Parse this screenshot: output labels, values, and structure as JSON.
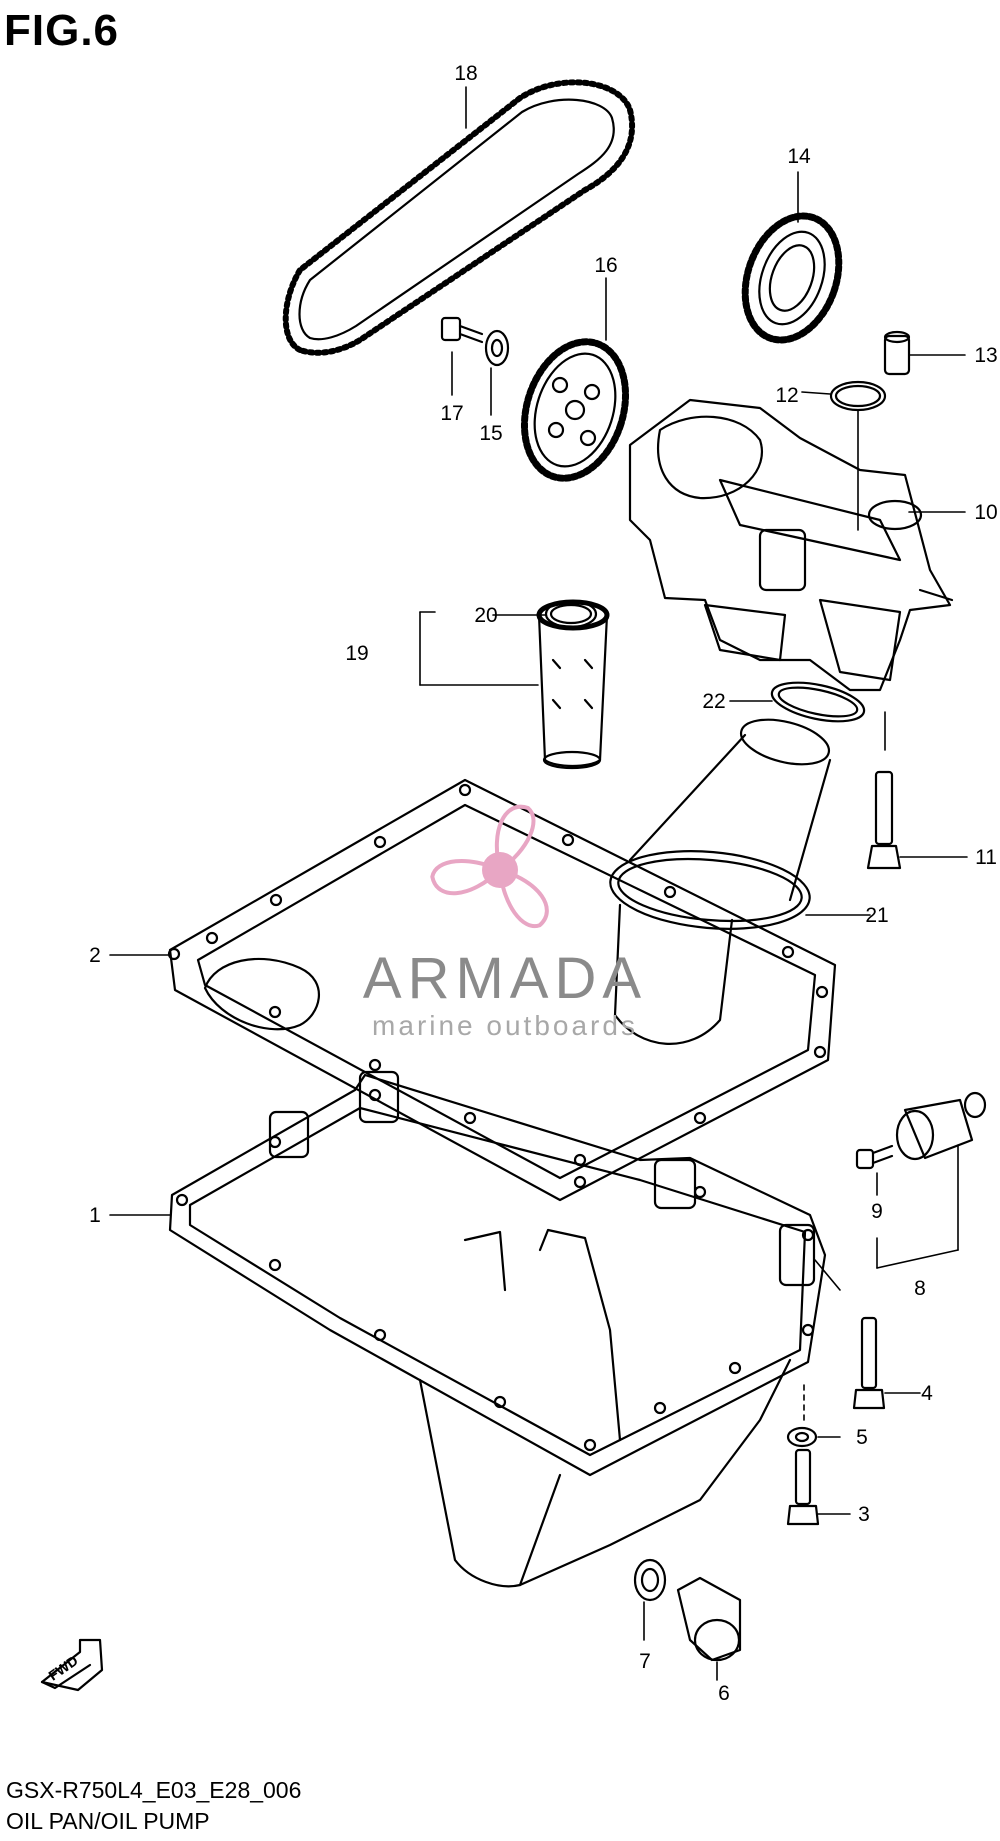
{
  "figure": {
    "title": "FIG.6",
    "model_code": "GSX-R750L4_E03_E28_006",
    "caption": "OIL PAN/OIL PUMP"
  },
  "watermark": {
    "brand": "ARMADA",
    "tagline": "marine outboards",
    "logo_color": "#e8a6c4",
    "text_color": "#8a8a8a"
  },
  "direction_badge": "FWD",
  "callouts": [
    {
      "id": "c1",
      "number": "1"
    },
    {
      "id": "c2",
      "number": "2"
    },
    {
      "id": "c3",
      "number": "3"
    },
    {
      "id": "c4",
      "number": "4"
    },
    {
      "id": "c5",
      "number": "5"
    },
    {
      "id": "c6",
      "number": "6"
    },
    {
      "id": "c7",
      "number": "7"
    },
    {
      "id": "c8",
      "number": "8"
    },
    {
      "id": "c9",
      "number": "9"
    },
    {
      "id": "c10",
      "number": "10"
    },
    {
      "id": "c11",
      "number": "11"
    },
    {
      "id": "c12",
      "number": "12"
    },
    {
      "id": "c13",
      "number": "13"
    },
    {
      "id": "c14",
      "number": "14"
    },
    {
      "id": "c15",
      "number": "15"
    },
    {
      "id": "c16",
      "number": "16"
    },
    {
      "id": "c17",
      "number": "17"
    },
    {
      "id": "c18",
      "number": "18"
    },
    {
      "id": "c19",
      "number": "19"
    },
    {
      "id": "c20",
      "number": "20"
    },
    {
      "id": "c21",
      "number": "21"
    },
    {
      "id": "c22",
      "number": "22"
    }
  ]
}
